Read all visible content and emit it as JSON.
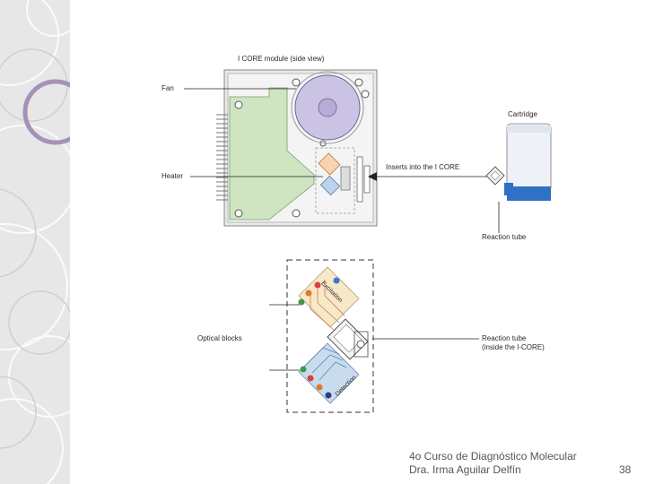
{
  "diagram": {
    "title": "I CORE module (side view)",
    "labels": {
      "fan": "Fan",
      "heater": "Heater",
      "cartridge": "Cartridge",
      "inserts": "Inserts into the I CORE",
      "reaction_tube": "Reaction tube",
      "optical_blocks": "Optical blocks",
      "reaction_tube_inside_line1": "Reaction tube",
      "reaction_tube_inside_line2": "(inside the I-CORE)",
      "excitation": "Excitation",
      "detection": "Detection"
    },
    "colors": {
      "fan_fill": "#cbc3e3",
      "board_fill": "#cfe5c2",
      "excitation_block": "#f7e8c8",
      "detection_block": "#c9dcee",
      "heater_orange": "#f7d3b0",
      "heater_blue": "#bcd3ee",
      "cartridge_blue": "#2d72c4"
    }
  },
  "footer": {
    "course_line": "4o Curso de Diagnóstico Molecular",
    "author_line": "Dra. Irma Aguilar Delfín",
    "page_number": "38"
  }
}
